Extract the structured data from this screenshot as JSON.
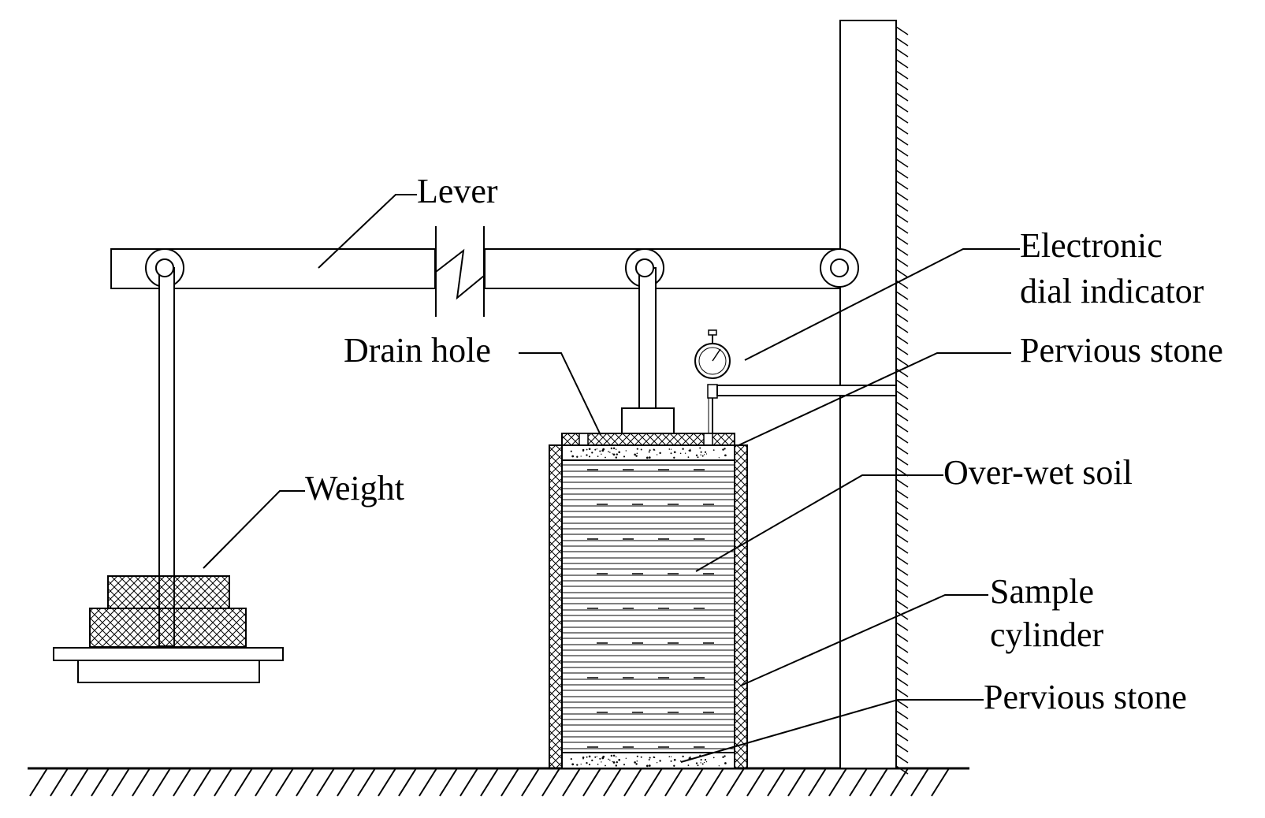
{
  "labels": {
    "lever": "Lever",
    "electronic_dial_indicator_line1": "Electronic",
    "electronic_dial_indicator_line2": "dial indicator",
    "drain_hole": "Drain hole",
    "pervious_stone_top": "Pervious stone",
    "over_wet_soil": "Over-wet soil",
    "weight": "Weight",
    "sample_cylinder_line1": "Sample",
    "sample_cylinder_line2": "cylinder",
    "pervious_stone_bottom": "Pervious stone"
  },
  "colors": {
    "ink": "#000000",
    "background": "#ffffff"
  }
}
